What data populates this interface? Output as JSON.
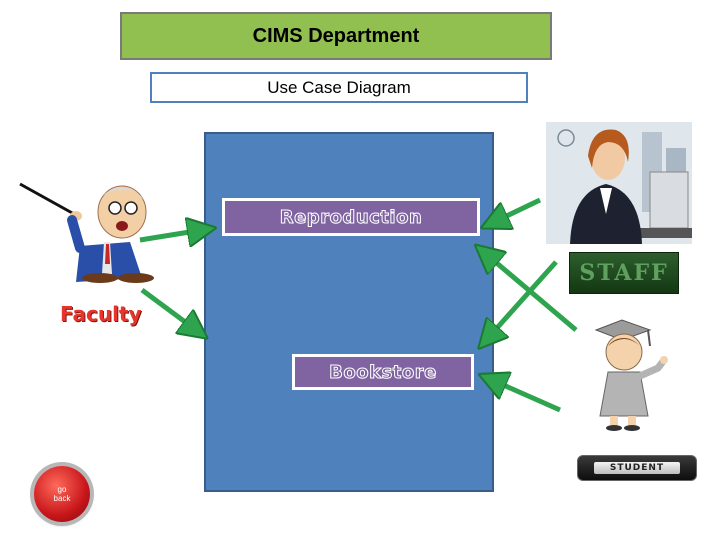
{
  "title": "CIMS Department",
  "subtitle": "Use Case Diagram",
  "use_cases": {
    "reproduction": "Reproduction",
    "bookstore": "Bookstore"
  },
  "actors": {
    "faculty": "Faculty",
    "staff": "STAFF",
    "student": "STUDENT"
  },
  "go_back": {
    "line1": "go",
    "line2": "back"
  },
  "colors": {
    "title_fill": "#92c050",
    "system_fill": "#4f81bd",
    "use_case_fill": "#8064a2",
    "arrow": "#2ea44f",
    "faculty_label": "#e8352b"
  }
}
